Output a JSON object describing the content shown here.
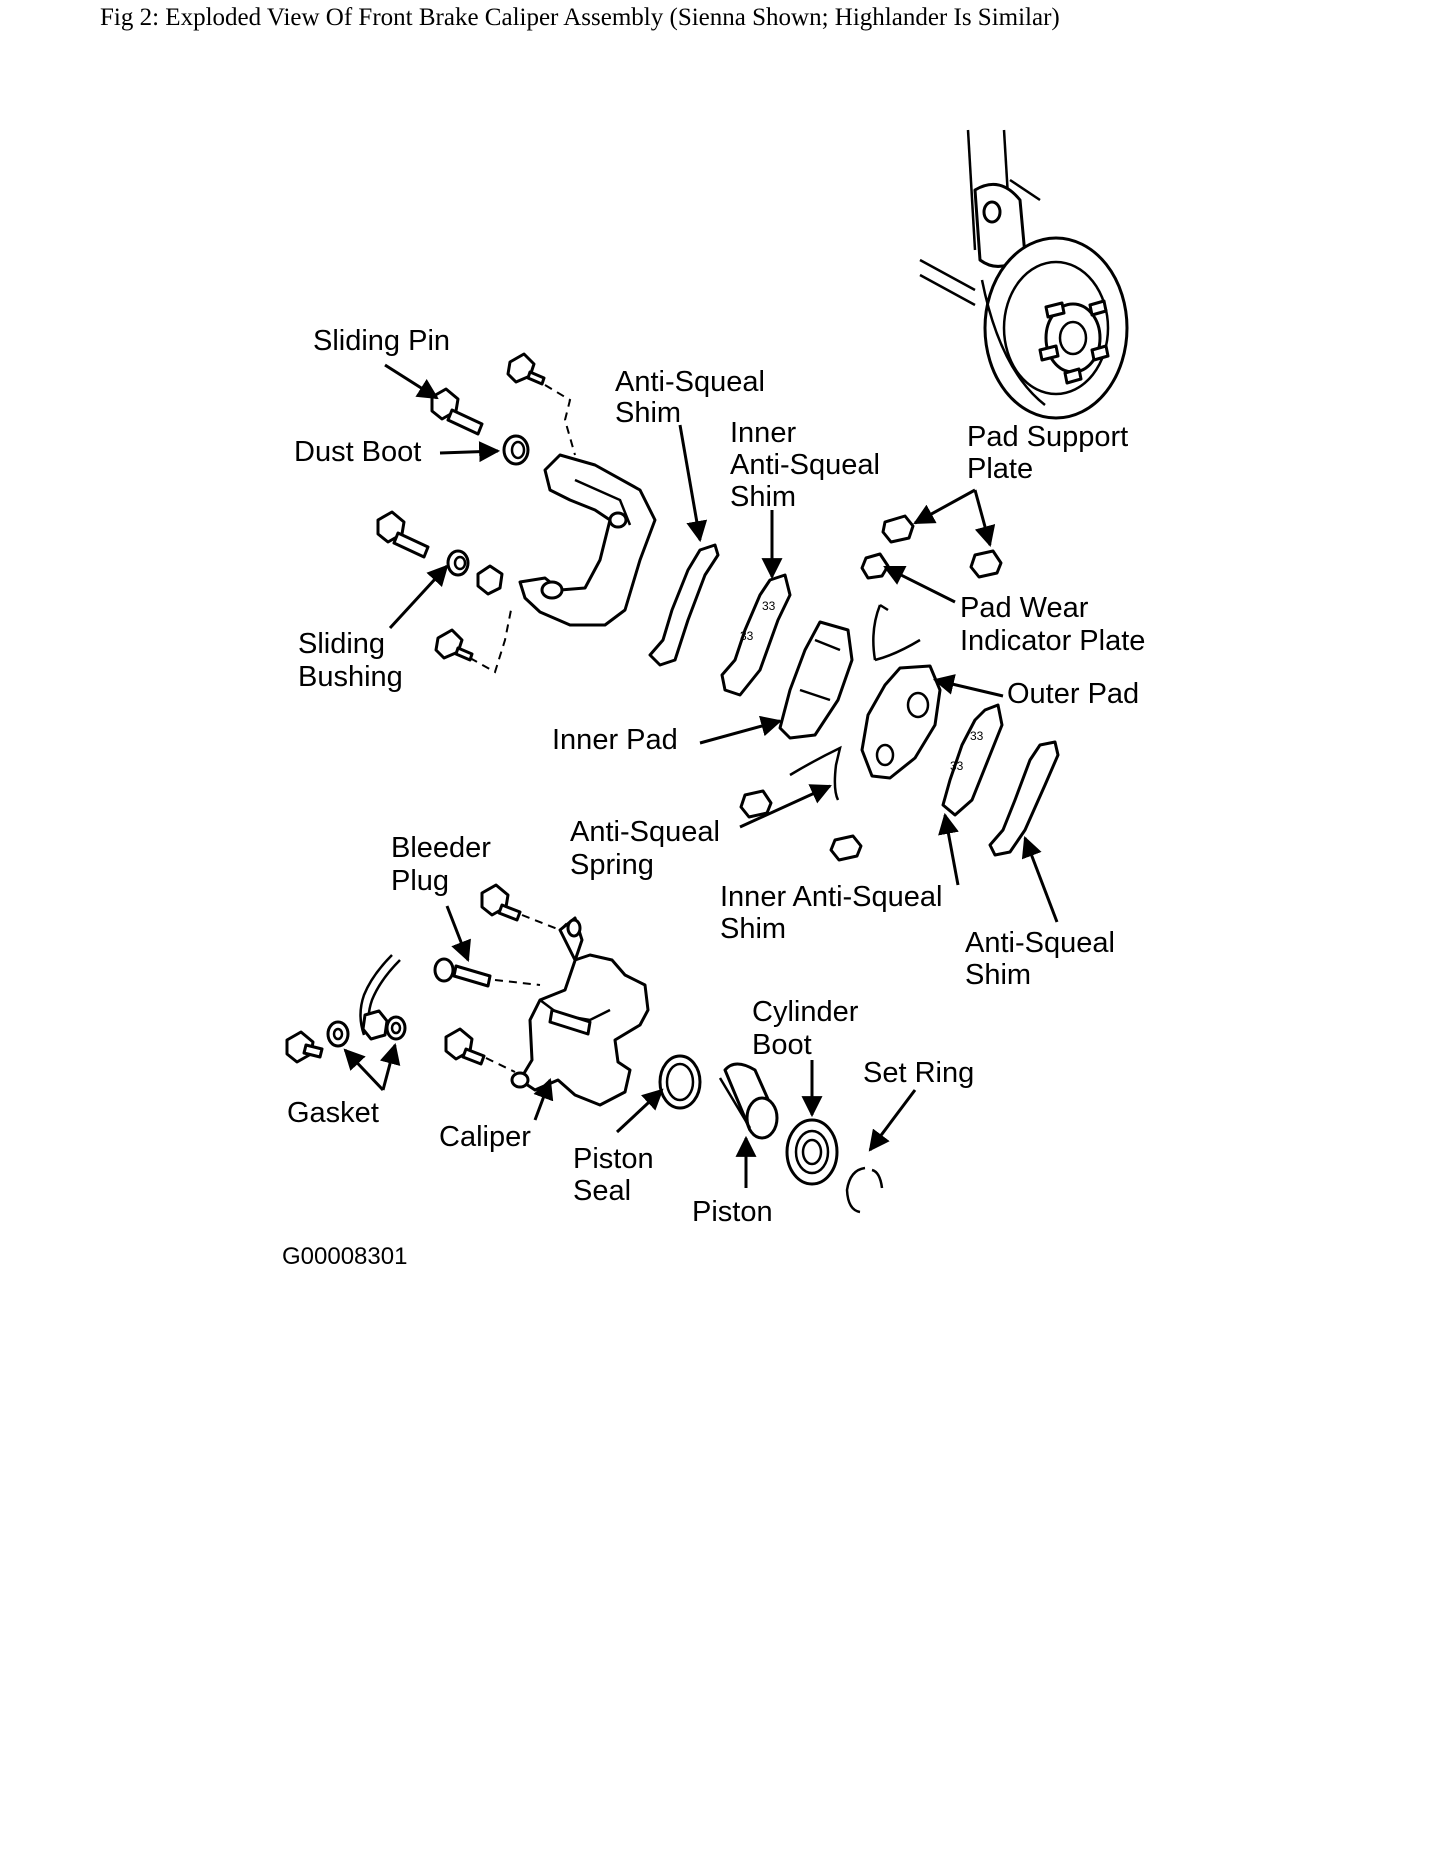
{
  "caption": "Fig 2: Exploded View Of Front Brake Caliper Assembly (Sienna Shown; Highlander Is Similar)",
  "figure_code": "G00008301",
  "labels": {
    "sliding_pin": "Sliding Pin",
    "dust_boot": "Dust Boot",
    "sliding_bushing": [
      "Sliding",
      "Bushing"
    ],
    "anti_squeal_shim_top": [
      "Anti-Squeal",
      "Shim"
    ],
    "inner_anti_squeal_shim_top": [
      "Inner",
      "Anti-Squeal",
      "Shim"
    ],
    "pad_support_plate": [
      "Pad Support",
      "Plate"
    ],
    "pad_wear_indicator_plate": [
      "Pad Wear",
      "Indicator Plate"
    ],
    "outer_pad": "Outer Pad",
    "inner_pad": "Inner Pad",
    "anti_squeal_spring": [
      "Anti-Squeal",
      "Spring"
    ],
    "inner_anti_squeal_shim_bottom": [
      "Inner Anti-Squeal",
      "Shim"
    ],
    "anti_squeal_shim_bottom": [
      "Anti-Squeal",
      "Shim"
    ],
    "bleeder_plug": [
      "Bleeder",
      "Plug"
    ],
    "gasket": "Gasket",
    "caliper": "Caliper",
    "piston_seal": [
      "Piston",
      "Seal"
    ],
    "piston": "Piston",
    "cylinder_boot": [
      "Cylinder",
      "Boot"
    ],
    "set_ring": "Set Ring"
  }
}
